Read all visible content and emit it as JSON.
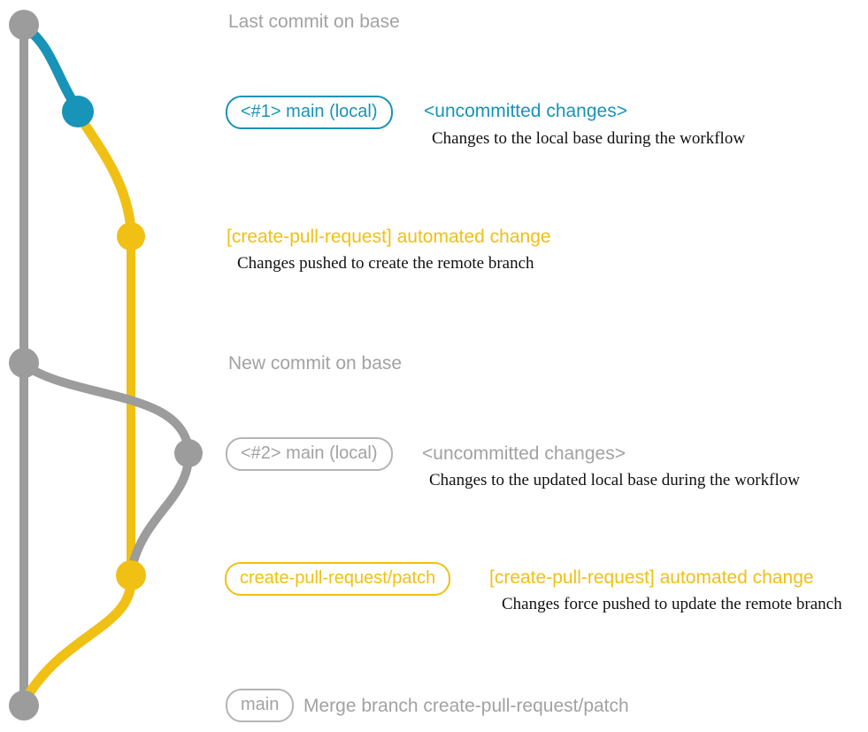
{
  "colors": {
    "graph_gray": "#9c9c9c",
    "text_gray": "#a2a2a2",
    "box_gray": "#b4b4b4",
    "teal": "#1794b8",
    "yellow": "#f0c014"
  },
  "annotations": {
    "top_note": "Last commit on base",
    "mid_note": "New commit on base",
    "row1": {
      "branch_box": "<#1> main (local)",
      "status": "<uncommitted changes>",
      "description": "Changes to the local base during the workflow"
    },
    "row2": {
      "title": "[create-pull-request] automated change",
      "description": "Changes pushed to create the remote branch"
    },
    "row3": {
      "branch_box": "<#2> main (local)",
      "status": "<uncommitted changes>",
      "description": "Changes to the updated local base during the workflow"
    },
    "row4": {
      "branch_box": "create-pull-request/patch",
      "title": "[create-pull-request] automated change",
      "description": "Changes force pushed to update the remote branch"
    },
    "row5": {
      "branch_box": "main",
      "message": "Merge branch create-pull-request/patch"
    }
  },
  "graph": {
    "commits": [
      {
        "id": "base-last",
        "color": "gray",
        "label": "Last commit on base"
      },
      {
        "id": "main-local-1",
        "color": "teal",
        "label": "<#1> main (local)"
      },
      {
        "id": "patch-1",
        "color": "yellow",
        "label": "[create-pull-request] automated change"
      },
      {
        "id": "base-new",
        "color": "gray",
        "label": "New commit on base"
      },
      {
        "id": "main-local-2",
        "color": "gray",
        "label": "<#2> main (local)"
      },
      {
        "id": "patch-2",
        "color": "yellow",
        "label": "create-pull-request/patch"
      },
      {
        "id": "main-merge",
        "color": "gray",
        "label": "Merge branch create-pull-request/patch"
      }
    ]
  }
}
